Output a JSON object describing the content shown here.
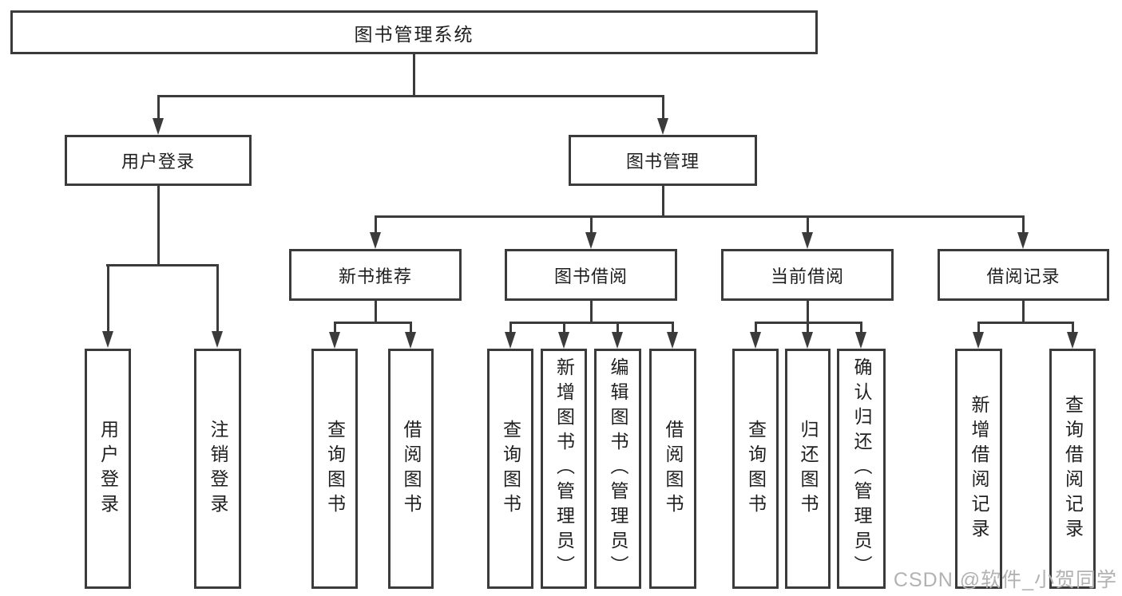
{
  "diagram": {
    "root": {
      "label": "图书管理系统"
    },
    "user": {
      "label": "用户登录",
      "children": [
        {
          "label": "用户登录"
        },
        {
          "label": "注销登录"
        }
      ]
    },
    "management": {
      "label": "图书管理",
      "sections": [
        {
          "label": "新书推荐",
          "children": [
            {
              "label": "查询图书"
            },
            {
              "label": "借阅图书"
            }
          ]
        },
        {
          "label": "图书借阅",
          "children": [
            {
              "label": "查询图书"
            },
            {
              "label": "新增图书（管理员）"
            },
            {
              "label": "编辑图书（管理员）"
            },
            {
              "label": "借阅图书"
            }
          ]
        },
        {
          "label": "当前借阅",
          "children": [
            {
              "label": "查询图书"
            },
            {
              "label": "归还图书"
            },
            {
              "label": "确认归还（管理员）"
            }
          ]
        },
        {
          "label": "借阅记录",
          "children": [
            {
              "label": "新增借阅记录"
            },
            {
              "label": "查询借阅记录"
            }
          ]
        }
      ]
    }
  },
  "watermark": {
    "text": "CSDN @软件_小贺同学"
  },
  "colors": {
    "line": "#3b3b3b",
    "text": "#1f1f1f",
    "watermark": "#b2b2b2",
    "background": "#ffffff"
  }
}
